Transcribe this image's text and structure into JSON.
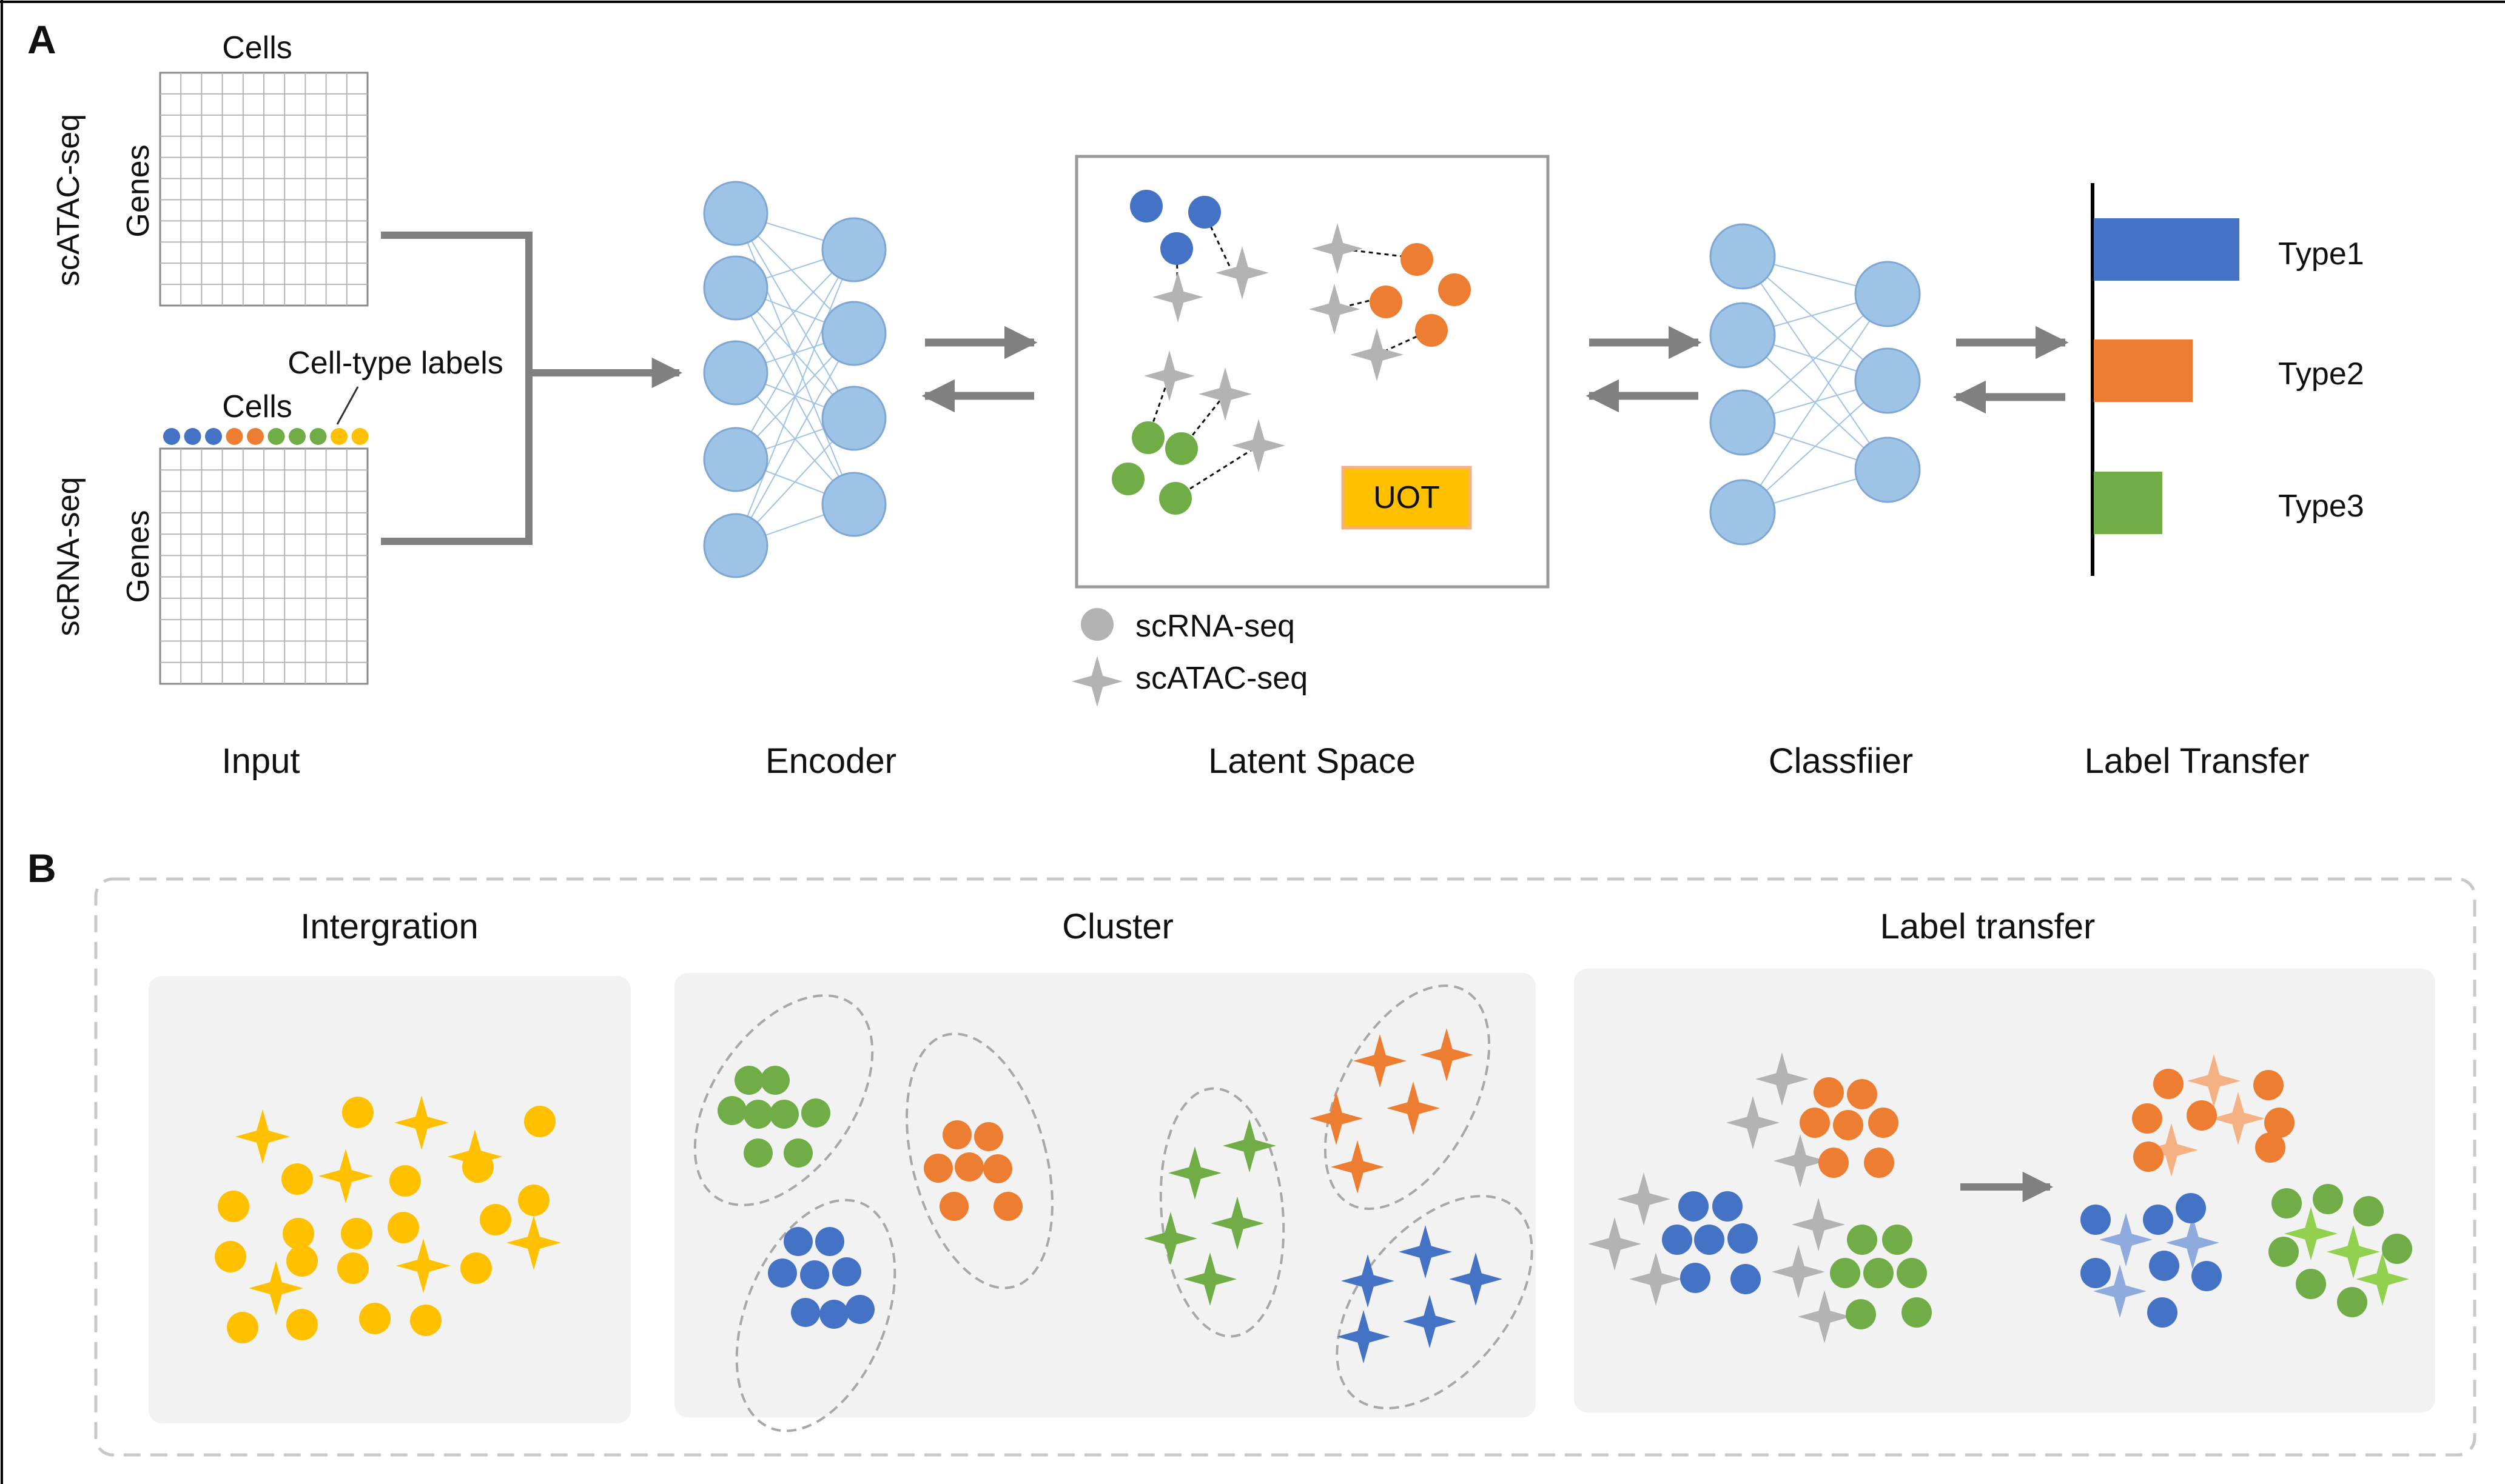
{
  "panel_a": {
    "label": "A",
    "matrix_top": {
      "col_label": "Cells",
      "row_label": "Genes",
      "side_label": "scATAC-seq"
    },
    "matrix_bottom": {
      "col_label": "Cells",
      "row_label": "Genes",
      "side_label": "scRNA-seq",
      "annotation": "Cell-type labels"
    },
    "label_dot_colors": [
      "#4472c4",
      "#4472c4",
      "#4472c4",
      "#ed7d31",
      "#ed7d31",
      "#70ad47",
      "#70ad47",
      "#70ad47",
      "#ffc000",
      "#ffc000"
    ],
    "uot_label": "UOT",
    "legend": {
      "rna": "scRNA-seq",
      "atac": "scATAC-seq"
    },
    "bars": [
      {
        "label": "Type1",
        "value": 1.0,
        "color": "#4472c4"
      },
      {
        "label": "Type2",
        "value": 0.68,
        "color": "#ed7d31"
      },
      {
        "label": "Type3",
        "value": 0.47,
        "color": "#70ad47"
      }
    ],
    "stage_labels": {
      "input": "Input",
      "encoder": "Encoder",
      "latent": "Latent Space",
      "classifier": "Classfiier",
      "transfer": "Label Transfer"
    }
  },
  "panel_b": {
    "label": "B",
    "titles": {
      "integration": "Intergration",
      "cluster": "Cluster",
      "label_transfer": "Label transfer"
    }
  },
  "colors": {
    "blue": "#4472c4",
    "orange": "#ed7d31",
    "green": "#70ad47",
    "yellow": "#ffc000",
    "gray": "#b3b3b3",
    "node": "#9dc3e6",
    "arrow": "#808080",
    "light_blue": "#8faadc",
    "light_orange": "#f4b183",
    "light_green": "#92d050"
  }
}
